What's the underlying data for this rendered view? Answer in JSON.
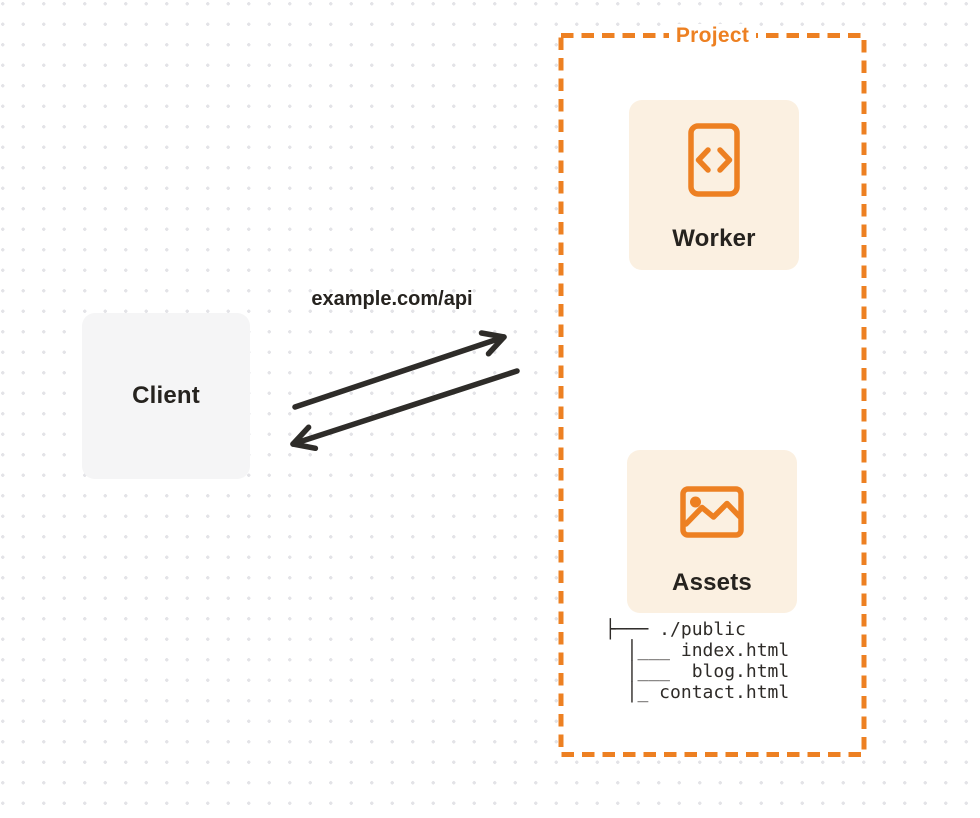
{
  "diagram": {
    "client": {
      "label": "Client"
    },
    "request_label": "example.com/api",
    "project": {
      "label": "Project",
      "worker": {
        "label": "Worker",
        "icon": "code-file-icon"
      },
      "assets": {
        "label": "Assets",
        "icon": "image-icon"
      },
      "file_tree": {
        "lines": [
          "├─── ./public",
          "  │___ index.html",
          "  │___  blog.html",
          "  │_ contact.html"
        ]
      }
    },
    "colors": {
      "accent_orange": "#ed8022",
      "card_cream": "#fbf0e1",
      "card_gray": "#f5f5f6",
      "ink": "#26231f",
      "arrow_dark": "#2e2c29",
      "dot_grid": "#e3e3e7"
    }
  }
}
